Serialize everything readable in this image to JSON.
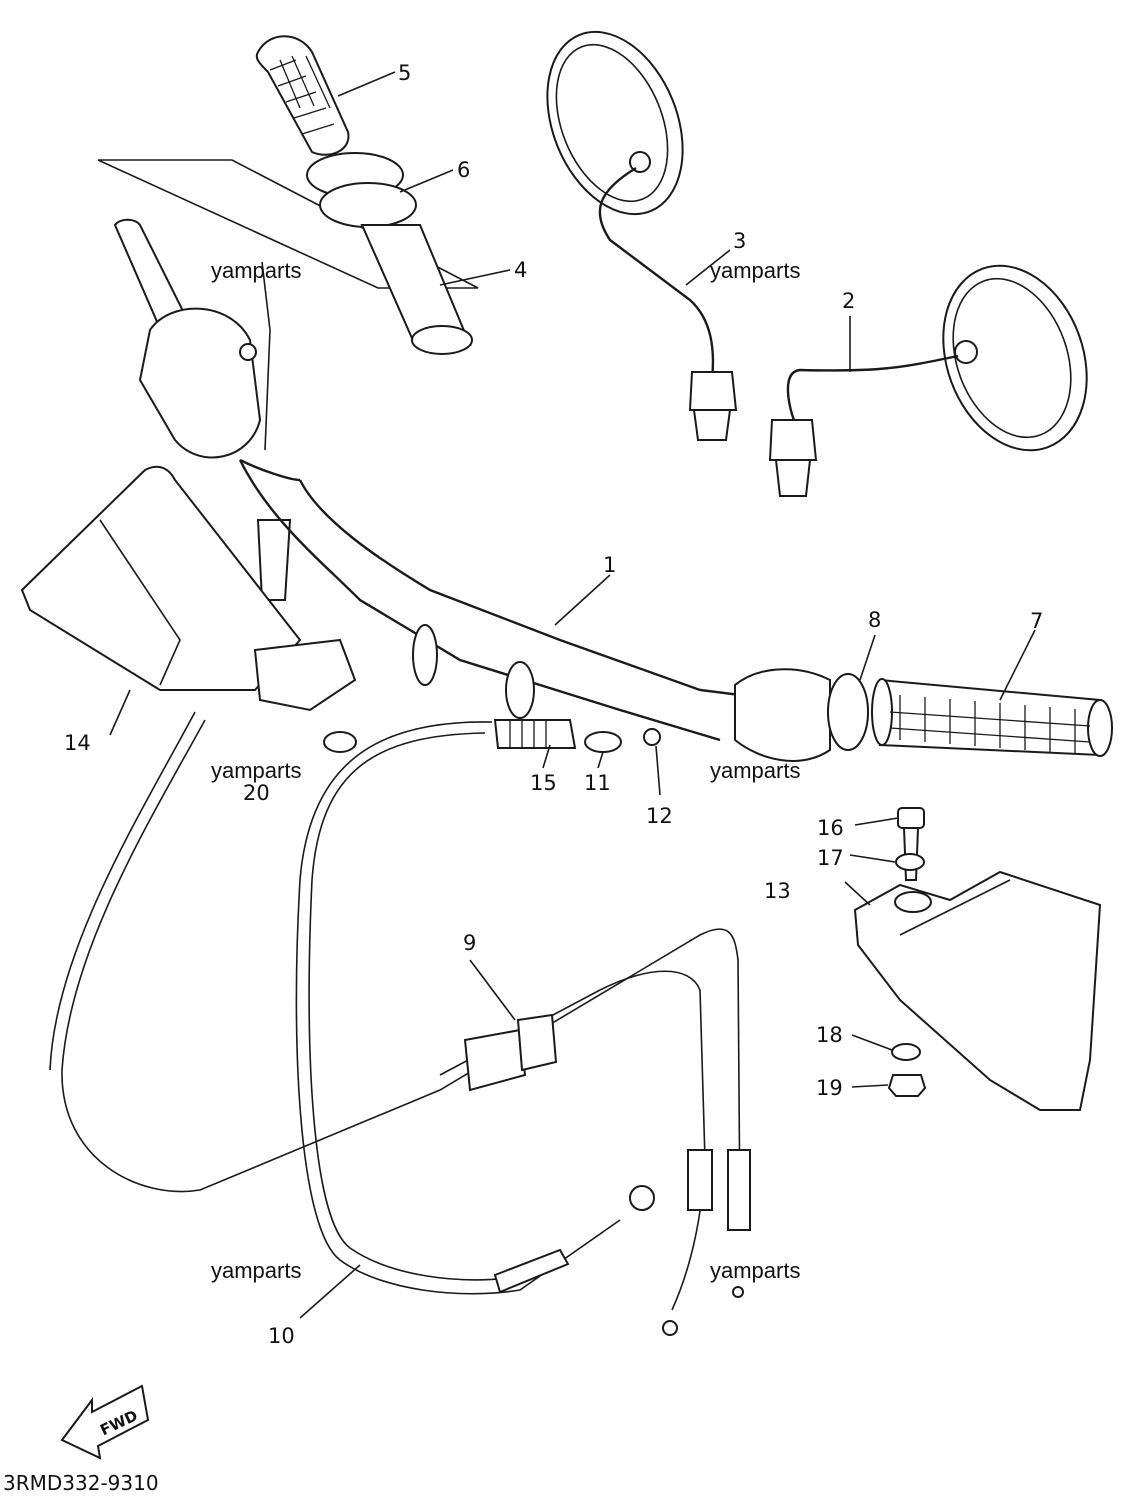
{
  "diagram": {
    "code": "3RMD332-9310",
    "fwd_label": "FWD",
    "watermark": "yamparts",
    "callouts": [
      "1",
      "2",
      "3",
      "4",
      "5",
      "6",
      "7",
      "8",
      "9",
      "10",
      "11",
      "12",
      "13",
      "14",
      "15",
      "16",
      "17",
      "18",
      "19",
      "20"
    ]
  }
}
